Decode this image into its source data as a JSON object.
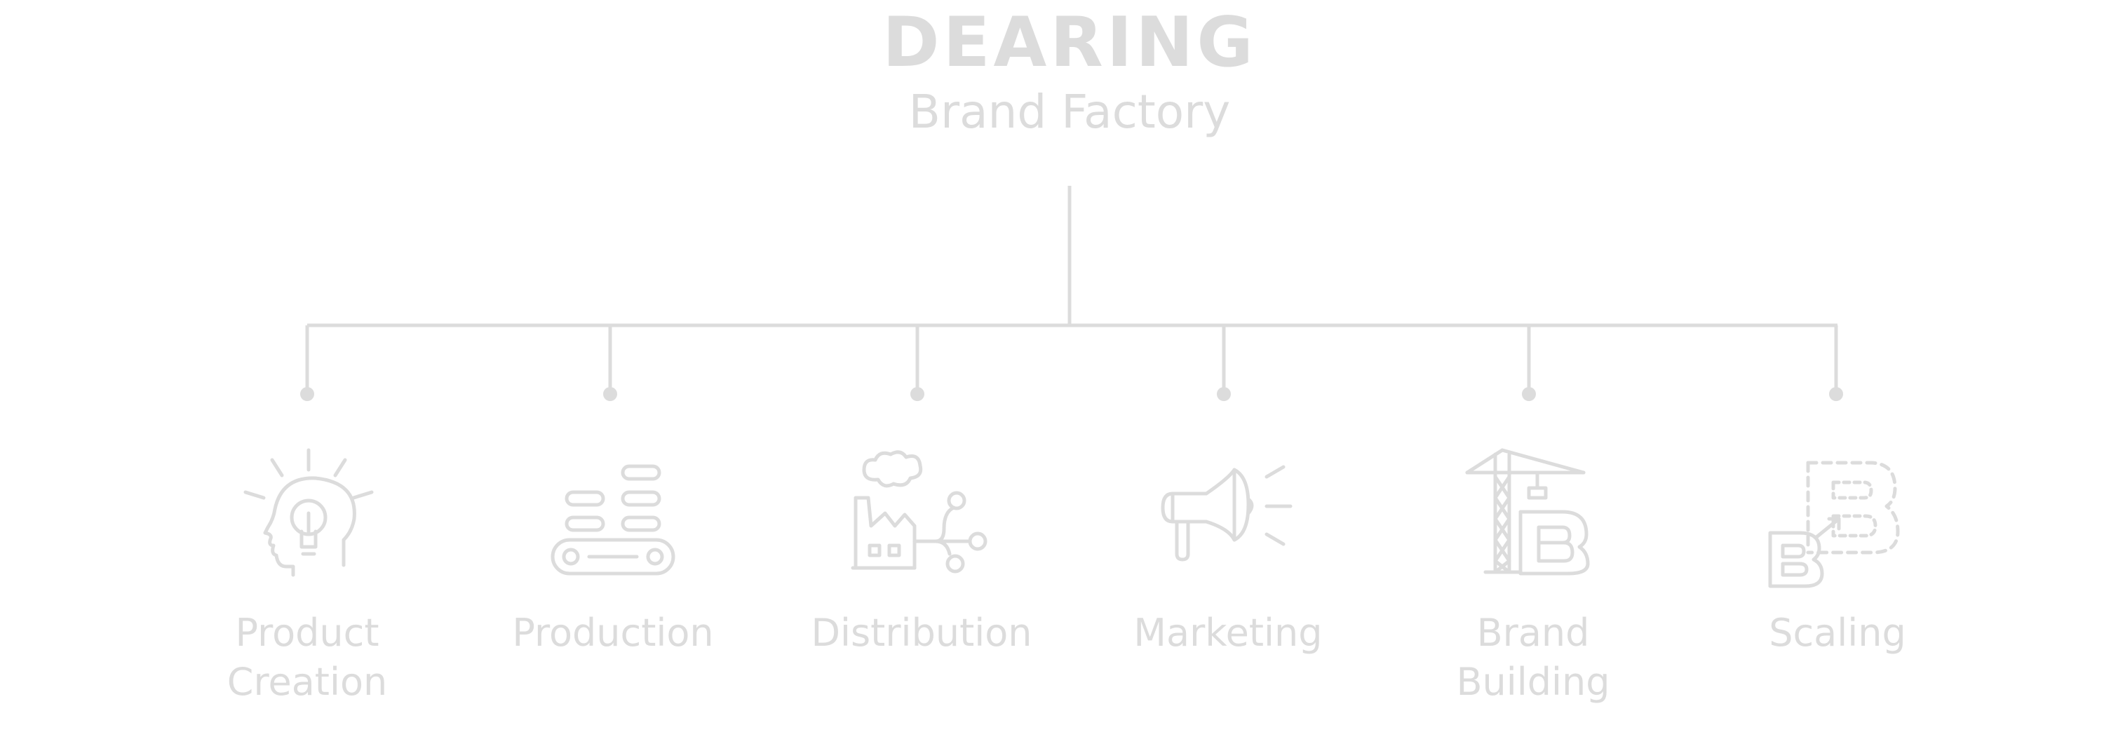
{
  "header": {
    "title": "DEARING",
    "subtitle": "Brand Factory"
  },
  "nodes": [
    {
      "line1": "Product",
      "line2": "Creation",
      "icon": "lightbulb-head-icon"
    },
    {
      "line1": "Production",
      "line2": "",
      "icon": "conveyor-belt-icon"
    },
    {
      "line1": "Distribution",
      "line2": "",
      "icon": "factory-network-icon"
    },
    {
      "line1": "Marketing",
      "line2": "",
      "icon": "megaphone-icon"
    },
    {
      "line1": "Brand",
      "line2": "Building",
      "icon": "crane-letter-b-icon"
    },
    {
      "line1": "Scaling",
      "line2": "",
      "icon": "scaling-letter-b-icon"
    }
  ],
  "colors": {
    "foreground": "#dcdcdc",
    "background": "#ffffff"
  }
}
